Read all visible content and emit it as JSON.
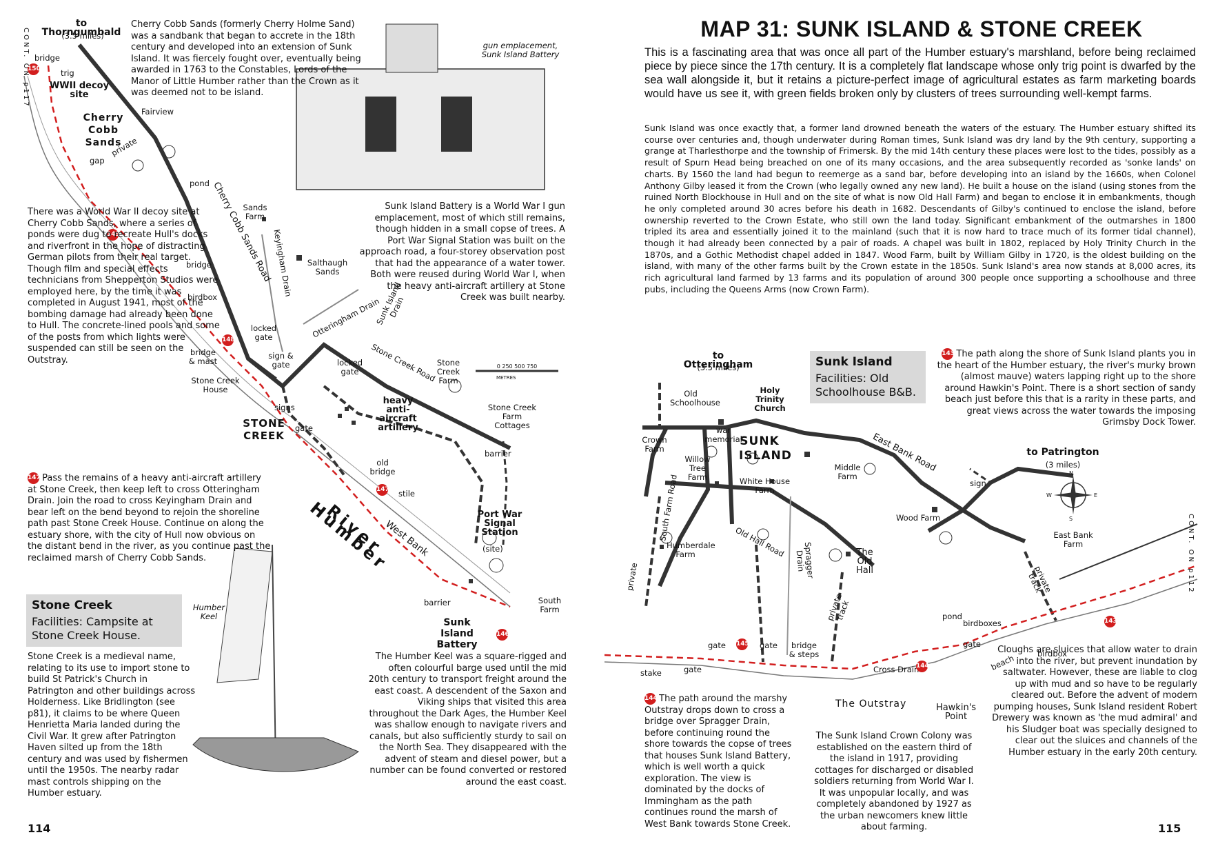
{
  "left": {
    "page_number": "114",
    "cont_on": "CONT. ON p117",
    "to_thorngumbald": "to Thorngumbald",
    "thorngumbald_dist": "(3.5 miles)",
    "cherry_cobb_text": "Cherry Cobb Sands (formerly Cherry Holme Sand) was a sandbank that began to accrete in the 18th century and developed into an extension of Sunk Island. It was fiercely fought over, eventually being awarded in 1763 to the Constables, Lords of the Manor of Little Humber rather than the Crown as it was deemed not to be island.",
    "gun_caption": "gun emplacement, Sunk Island Battery",
    "decoy_text": "There was a World War II decoy site at Cherry Cobb Sands, where a series of ponds were dug to recreate Hull's docks and riverfront in the hope of distracting German pilots from their real target. Though film and special effects technicians from Shepperton Studios were employed here, by the time it was completed in August 1941, most of the bombing damage had already been done to Hull. The concrete-lined pools and some of the posts from which lights were suspended can still be seen on the Outstray.",
    "route_text": "Pass the remains of a heavy anti-aircraft artillery at Stone Creek, then keep left to cross Otteringham Drain. Join the road to cross Keyingham Drain and bear left on the bend beyond to rejoin the shoreline path past Stone Creek House. Continue on along the estuary shore, with the city of Hull now obvious on the distant bend in the river, as you continue past the reclaimed marsh of Cherry Cobb Sands.",
    "route_nums": [
      "147",
      "148",
      "149"
    ],
    "battery_text": "Sunk Island Battery is a World War I gun emplacement, most of which still remains, though hidden in a small copse of trees. A Port War Signal Station was built on the approach road, a four-storey observation post that had the appearance of a water tower. Both were reused during World War I, when the heavy anti-aircraft artillery at Stone Creek was built nearby.",
    "facility_title": "Stone Creek",
    "facility_text": "Facilities: Campsite at Stone Creek House.",
    "stone_creek_text": "Stone Creek is a medieval name, relating to its use to import stone to build St Patrick's Church in Patrington and other buildings across Holderness. Like Bridlington (see p81), it claims to be where Queen Henrietta Maria landed during the Civil War. It grew after Patrington Haven silted up from the 18th century and was used by fishermen until the 1950s. The nearby radar mast controls shipping on the Humber estuary.",
    "keel_caption": "Humber Keel",
    "keel_text": "The Humber Keel was a square-rigged and often colourful barge used until the mid 20th century to transport freight around the east coast. A descendent of the Saxon and Viking ships that visited this area throughout the Dark Ages, the Humber Keel was shallow enough to navigate rivers and canals, but also sufficiently sturdy to sail on the North Sea. They disappeared with the advent of steam and diesel power, but a number can be found converted or restored around the east coast.",
    "map_labels": {
      "bridge": "bridge",
      "trig": "trig",
      "ww2": "WWII decoy site",
      "ccs": "Cherry Cobb Sands",
      "fairview": "Fairview",
      "gap": "gap",
      "private": "private",
      "pond": "pond",
      "ccs_road": "Cherry Cobb Sands Road",
      "sands_farm": "Sands Farm",
      "keyingham": "Keyingham Drain",
      "salthaugh": "Salthaugh Sands",
      "bridge2": "bridge",
      "birdbox": "birdbox",
      "otteringham": "Otteringham Drain",
      "sunk_drain": "Sunk Island Drain",
      "locked_gate": "locked gate",
      "bridge_mast": "bridge & mast",
      "sign_gate": "sign & gate",
      "stone_creek_house": "Stone Creek House",
      "locked_gate2": "locked gate",
      "sc_road": "Stone Creek Road",
      "sc_farm": "Stone Creek Farm",
      "heavy": "heavy anti-aircraft artillery",
      "stone_creek": "STONE CREEK",
      "signs": "signs",
      "gate": "gate",
      "scf_cottages": "Stone Creek Farm Cottages",
      "barrier": "barrier",
      "river": "River Humber",
      "old_bridge": "old bridge",
      "stile": "stile",
      "pwss": "Port War Signal Station",
      "site": "(site)",
      "west_bank": "West Bank",
      "south_farm": "South Farm",
      "sib": "Sunk Island Battery",
      "barrier2": "barrier",
      "scale": "0 250 500 750",
      "metres": "METRES",
      "n148": "148",
      "n149": "149",
      "n150": "150",
      "n147": "147",
      "n146": "146"
    }
  },
  "right": {
    "page_number": "115",
    "cont_on": "CONT. ON p112",
    "title": "MAP 31: SUNK ISLAND & STONE CREEK",
    "intro": "This is a fascinating area that was once all part of the Humber estuary's marshland, before being reclaimed piece by piece since the 17th century. It is a completely flat landscape whose only trig point is dwarfed by the sea wall alongside it, but it retains a picture-perfect image of agricultural estates as farm marketing boards would have us see it, with green fields broken only by clusters of trees surrounding well-kempt farms.",
    "sunk_text": "Sunk Island was once exactly that, a former land drowned beneath the waters of the estuary. The Humber estuary shifted its course over centuries and, though underwater during Roman times, Sunk Island was dry land by the 9th century, supporting a grange at Tharlesthorpe and the township of Frimersk. By the mid 14th century these places were lost to the tides, possibly as a result of Spurn Head being breached on one of its many occasions, and the area subsequently recorded as 'sonke lands' on charts. By 1560 the land had begun to reemerge as a sand bar, before developing into an island by the 1660s, when Colonel Anthony Gilby leased it from the Crown (who legally owned any new land). He built a house on the island (using stones from the ruined North Blockhouse in Hull and on the site of what is now Old Hall Farm) and began to enclose it in embankments, though he only completed around 30 acres before his death in 1682. Descendants of Gilby's continued to enclose the island, before ownership reverted to the Crown Estate, who still own the land today. Significant embankment of the outmarshes in 1800 tripled its area and essentially joined it to the mainland (such that it is now hard to trace much of its former tidal channel), though it had already been connected by a pair of roads. A chapel was built in 1802, replaced by Holy Trinity Church in the 1870s, and a Gothic Methodist chapel added in 1847. Wood Farm, built by William Gilby in 1720, is the oldest building on the island, with many of the other farms built by the Crown estate in the 1850s. Sunk Island's area now stands at 8,000 acres, its rich agricultural land farmed by 13 farms and its population of around 300 people once supporting a schoolhouse and three pubs, including the Queens Arms (now Crown Farm).",
    "to_otteringham": "to Otteringham",
    "otteringham_dist": "(3.5 miles)",
    "facility_title": "Sunk Island",
    "facility_text": "Facilities: Old Schoolhouse B&B.",
    "path_text": "The path along the shore of Sunk Island plants you in the heart of the Humber estuary, the river's murky brown (almost mauve) waters lapping right up to the shore around Hawkin's Point. There is a short section of sandy beach just before this that is a rarity in these parts, and great views across the water towards the imposing Grimsby Dock Tower.",
    "path_num": "143",
    "to_patrington": "to Patrington",
    "patrington_dist": "(3 miles)",
    "outstray_text": "The path around the marshy Outstray drops down to cross a bridge over Spragger Drain, before continuing round the shore towards the copse of trees that houses Sunk Island Battery, which is well worth a quick exploration. The view is dominated by the docks of Immingham as the path continues round the marsh of West Bank towards Stone Creek.",
    "outstray_nums": [
      "144",
      "145",
      "146"
    ],
    "colony_text": "The Sunk Island Crown Colony was established on the eastern third of the island in 1917, providing cottages for discharged or disabled soldiers returning from World War I. It was unpopular locally, and was completely abandoned by 1927 as the urban newcomers knew little about farming.",
    "clough_text": "Cloughs are sluices that allow water to drain into the river, but prevent inundation by saltwater. However, these are liable to clog up with mud and so have to be regularly cleared out. Before the advent of modern pumping houses, Sunk Island resident Robert Drewery was known as 'the mud admiral' and his Sludger boat was specially designed to clear out the sluices and channels of the Humber estuary in the early 20th century.",
    "map_labels": {
      "old_school": "Old Schoolhouse",
      "holy_trinity": "Holy Trinity Church",
      "war_memorial": "war memorial",
      "crown_farm": "Crown Farm",
      "willow": "Willow Tree Farm",
      "sunk_island": "SUNK ISLAND",
      "east_bank_road": "East Bank Road",
      "middle_farm": "Middle Farm",
      "white_house": "White House Farm",
      "sign": "sign",
      "south_farm_road": "South Farm Road",
      "spragger": "Spragger Drain",
      "wood_farm": "Wood Farm",
      "humberdale": "Humberdale Farm",
      "old_hall_road": "Old Hall Road",
      "old_hall": "The Old Hall",
      "east_bank_farm": "East Bank Farm",
      "private1": "private",
      "private_track": "private track",
      "private_track2": "private track",
      "pond": "pond",
      "birdboxes": "birdboxes",
      "gate1": "gate",
      "gate2": "gate",
      "gate3": "gate",
      "gate4": "gate",
      "bridge_steps": "bridge & steps",
      "stake": "stake",
      "cross_drain": "Cross Drain",
      "beach": "beach",
      "birdbox": "birdbox",
      "outstray": "The Outstray",
      "hawkins": "Hawkin's Point",
      "n145": "145",
      "n144": "144",
      "n143": "143",
      "compass_n": "N",
      "compass_e": "E",
      "compass_s": "S",
      "compass_w": "W"
    }
  },
  "colors": {
    "route": "#d21e1e",
    "road": "#333333",
    "box": "#d9d9d9"
  }
}
